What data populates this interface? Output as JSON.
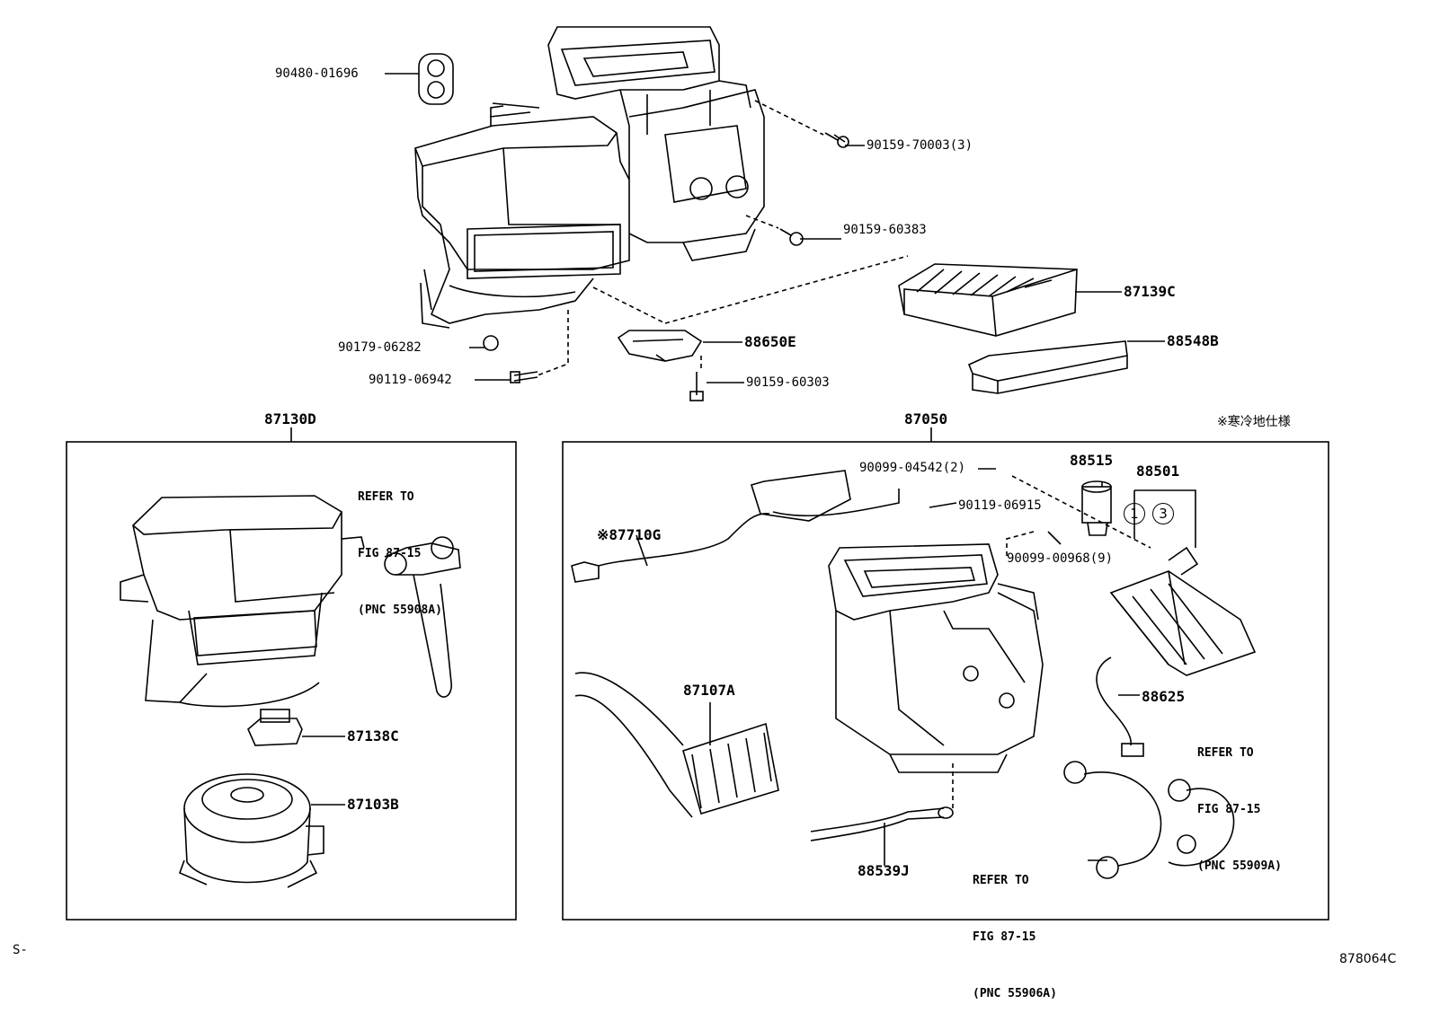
{
  "parts": {
    "p9048001696": "90480-01696",
    "p9015970003": "90159-70003(3)",
    "p9015960383": "90159-60383",
    "p87139C": "87139C",
    "p88548B": "88548B",
    "p88650E": "88650E",
    "p9015960303": "90159-60303",
    "p9017906282": "90179-06282",
    "p9011906942": "90119-06942",
    "p87130D": "87130D",
    "p87050": "87050",
    "p87138C": "87138C",
    "p87103B": "87103B",
    "p9009904542": "90099-04542(2)",
    "p88515": "88515",
    "p88501": "88501",
    "p9011906915": "90119-06915",
    "p9009900968": "90099-00968(9)",
    "p87710G": "※87710G",
    "p87107A": "87107A",
    "p88625": "88625",
    "p88539J": "88539J"
  },
  "notes": {
    "cold_spec": "※寒冷地仕様",
    "circle1": "1",
    "circle3": "3",
    "left_ref": [
      "REFER TO",
      "FIG 87-15",
      "(PNC 55908A)"
    ],
    "right_ref": [
      "REFER TO",
      "FIG 87-15",
      "(PNC 55909A)"
    ],
    "bottom_ref": [
      "REFER TO",
      "FIG 87-15",
      "(PNC 55906A)"
    ]
  },
  "footer": {
    "left_code": "S-",
    "figure_code": "878064C"
  }
}
